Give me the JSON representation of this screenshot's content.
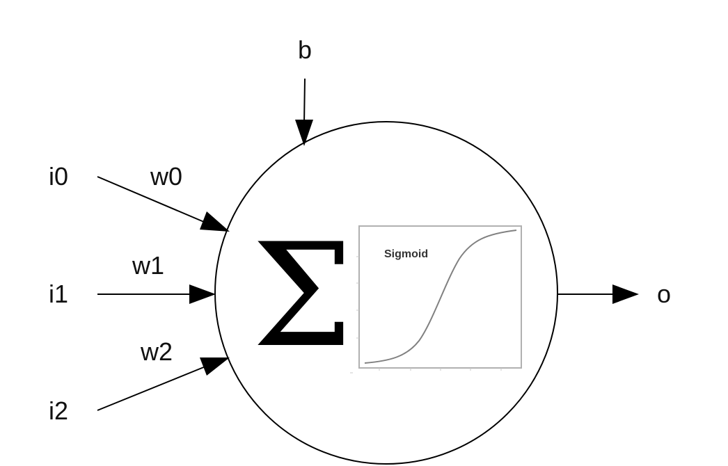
{
  "labels": {
    "bias": "b",
    "inputs": [
      "i0",
      "i1",
      "i2"
    ],
    "weights": [
      "w0",
      "w1",
      "w2"
    ],
    "output": "o"
  },
  "neuron": {
    "summation_symbol": "Σ",
    "activation_title": "Sigmoid"
  },
  "colors": {
    "stroke": "#000000",
    "sigmoid_curve": "#808080",
    "sigmoid_frame": "#b0b0b0",
    "background": "#ffffff"
  }
}
